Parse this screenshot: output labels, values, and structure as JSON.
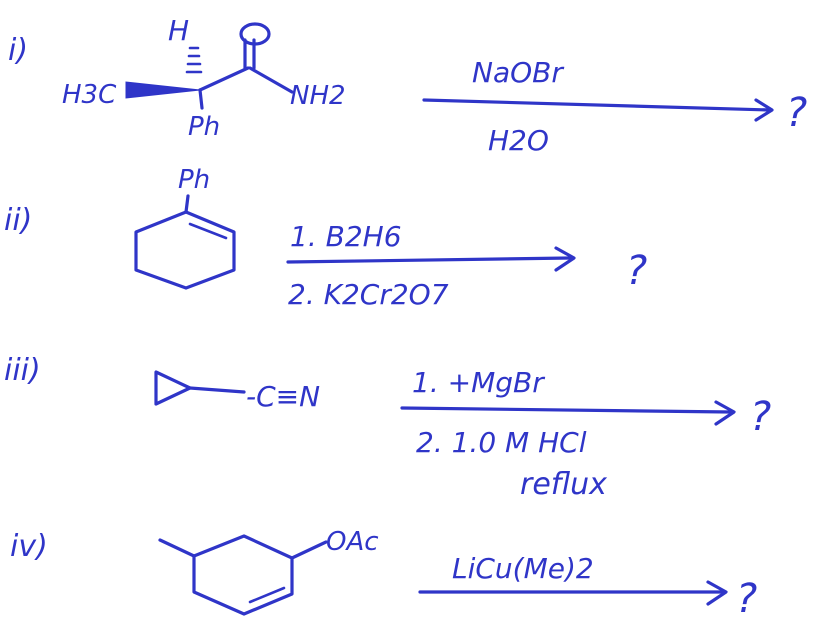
{
  "problems": [
    {
      "label": "i)",
      "substituents": {
        "hydrogen": "H",
        "methyl": "H3C",
        "phenyl": "Ph",
        "amine": "NH2"
      },
      "reagent_top": "NaOBr",
      "reagent_bottom": "H2O",
      "product": "?"
    },
    {
      "label": "ii)",
      "substituents": {
        "phenyl": "Ph"
      },
      "reagent_top": "1. B2H6",
      "reagent_bottom": "2. K2Cr2O7",
      "product": "?"
    },
    {
      "label": "iii)",
      "substituents": {
        "nitrile": "-C≡N"
      },
      "reagent_top": "1. +MgBr",
      "reagent_bottom": "2. 1.0 M HCl",
      "reagent_extra": "reflux",
      "product": "?"
    },
    {
      "label": "iv)",
      "substituents": {
        "acetate": "OAc"
      },
      "reagent_top": "LiCu(Me)2",
      "product": "?"
    }
  ]
}
